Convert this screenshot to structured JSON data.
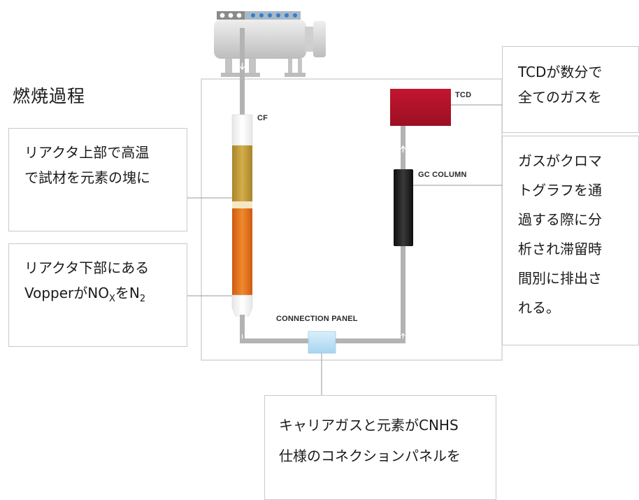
{
  "title": "燃焼過程",
  "components": {
    "cf": "CF",
    "tcd": "TCD",
    "gc_column": "GC COLUMN",
    "connection_panel": "CONNECTION PANEL"
  },
  "callouts": {
    "reactor_top": {
      "line1": "リアクタ上部で高温",
      "line2": "で試材を元素の塊に"
    },
    "reactor_bottom": {
      "line1": "リアクタ下部にある",
      "line2_a": "VopperがNO",
      "line2_sub1": "X",
      "line2_b": "をN",
      "line2_sub2": "2"
    },
    "tcd": {
      "line1": "TCDが数分で",
      "line2": "全てのガスを"
    },
    "gc": {
      "line1": "ガスがクロマ",
      "line2": "トグラフを通",
      "line3": "過する際に分",
      "line4": "析され滞留時",
      "line5": "間別に排出さ",
      "line6": "れる。"
    },
    "connection": {
      "line1": "キャリアガスと元素がCNHS",
      "line2": "仕様のコネクションパネルを"
    }
  },
  "colors": {
    "tube": "#b3b3b3",
    "tcd": "#b0122a",
    "gc_column": "#1e1e1e",
    "reactor_gold": "#c9a23c",
    "reactor_orange": "#e8731f",
    "connection_panel": "#bfe3f6",
    "frame": "#c8c8c8"
  }
}
